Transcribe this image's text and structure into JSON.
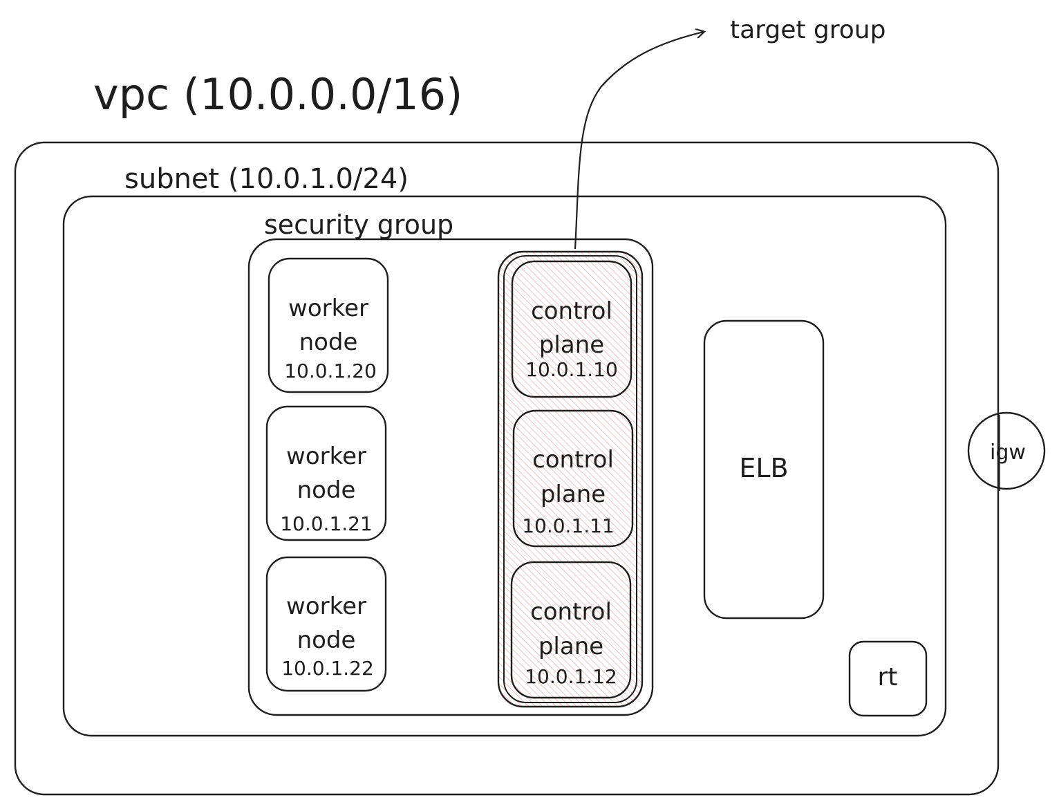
{
  "title": "vpc (10.0.0.0/16)",
  "subnet_label": "subnet (10.0.1.0/24)",
  "security_group_label": "security group",
  "target_group_label": "target group",
  "worker_nodes": [
    {
      "line1": "worker",
      "line2": "node",
      "ip": "10.0.1.20"
    },
    {
      "line1": "worker",
      "line2": "node",
      "ip": "10.0.1.21"
    },
    {
      "line1": "worker",
      "line2": "node",
      "ip": "10.0.1.22"
    }
  ],
  "control_planes": [
    {
      "line1": "control",
      "line2": "plane",
      "ip": "10.0.1.10"
    },
    {
      "line1": "control",
      "line2": "plane",
      "ip": "10.0.1.11"
    },
    {
      "line1": "control",
      "line2": "plane",
      "ip": "10.0.1.12"
    }
  ],
  "elb_label": "ELB",
  "rt_label": "rt",
  "igw_label": "igw",
  "colors": {
    "stroke": "#1e1e1e",
    "hatch": "#f4a3a8",
    "background": "#ffffff"
  }
}
